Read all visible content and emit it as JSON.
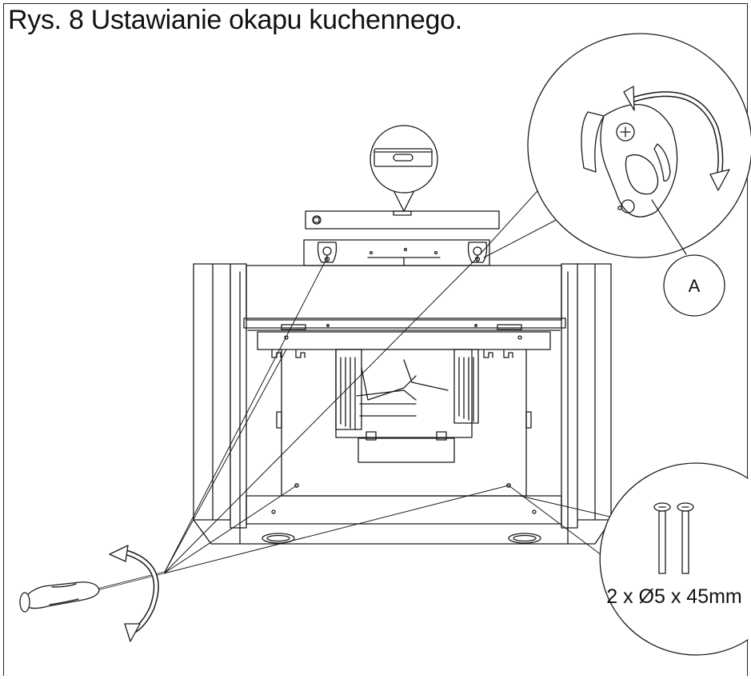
{
  "figure": {
    "caption": "Rys. 8 Ustawianie okapu kuchennego."
  },
  "callouts": {
    "bracket_label": "A",
    "screw_spec": "2 x Ø5 x 45mm"
  },
  "colors": {
    "line": "#1a1a1a",
    "background": "#ffffff"
  },
  "icons": {
    "level": "spirit-level-icon",
    "screwdriver": "screwdriver-icon",
    "rotation": "rotate-arrow-icon",
    "screw": "screw-icon"
  }
}
